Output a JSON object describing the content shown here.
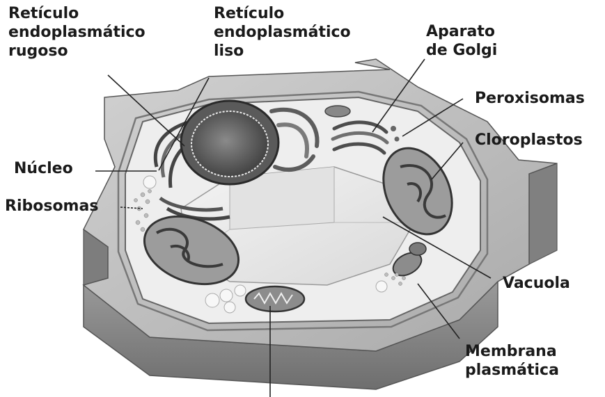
{
  "labels": {
    "rer_line1": "Retículo",
    "rer_line2": "endoplasmático",
    "rer_line3": "rugoso",
    "rel_line1": "Retículo",
    "rel_line2": "endoplasmático",
    "rel_line3": "liso",
    "golgi_line1": "Aparato",
    "golgi_line2": "de Golgi",
    "peroxisomas": "Peroxisomas",
    "cloroplastos": "Cloroplastos",
    "nucleo": "Núcleo",
    "ribosomas": "Ribosomas",
    "vacuola": "Vacuola",
    "membrana_line1": "Membrana",
    "membrana_line2": "plasmática"
  }
}
